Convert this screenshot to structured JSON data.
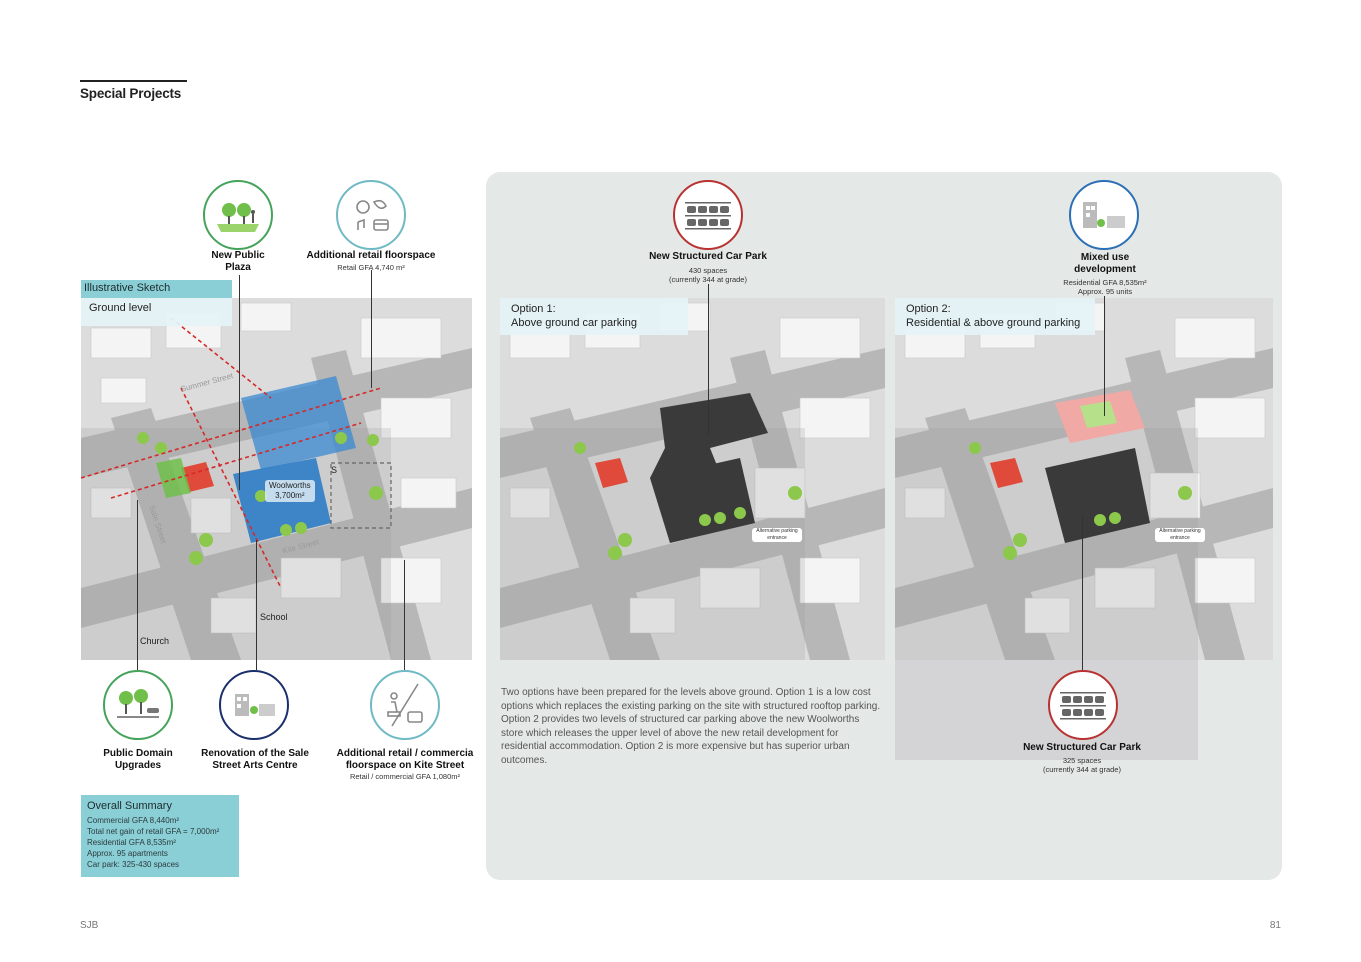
{
  "page": {
    "title": "Special Projects",
    "footer_left": "SJB",
    "page_number": "81"
  },
  "ground_level": {
    "tag": "Illustrative Sketch",
    "label": "Ground level",
    "woolworths_name": "Woolworths",
    "woolworths_area": "3,700m²",
    "street_labels": [
      "Summer Street",
      "Kite Street",
      "Sale Street"
    ],
    "school_label": "School",
    "church_label": "Church",
    "marker_s": "S"
  },
  "callouts_top": [
    {
      "icon": "public-plaza-icon",
      "title_line1": "New Public",
      "title_line2": "Plaza",
      "subtitle": ""
    },
    {
      "icon": "retail-icon",
      "title_line1": "Additional retail floorspace",
      "title_line2": "",
      "subtitle": "Retail GFA 4,740 m²"
    }
  ],
  "callouts_bottom": [
    {
      "icon": "public-domain-icon",
      "title_line1": "Public Domain",
      "title_line2": "Upgrades",
      "subtitle": ""
    },
    {
      "icon": "arts-centre-icon",
      "title_line1": "Renovation of the Sale",
      "title_line2": "Street Arts Centre",
      "subtitle": ""
    },
    {
      "icon": "retail-commercial-icon",
      "title_line1": "Additional retail / commercia",
      "title_line2": "floorspace on Kite Street",
      "subtitle": "Retail / commercial GFA 1,080m²"
    }
  ],
  "option1": {
    "label_line1": "Option 1:",
    "label_line2": "Above ground car parking",
    "carpark_title": "New Structured Car Park",
    "carpark_sub1": "430 spaces",
    "carpark_sub2": "(currently 344 at grade)",
    "alt_parking_line1": "Alternative parking",
    "alt_parking_line2": "entrance"
  },
  "option2": {
    "label_line1": "Option 2:",
    "label_line2": "Residential & above ground parking",
    "mixed_title_line1": "Mixed use",
    "mixed_title_line2": "development",
    "mixed_sub1": "Residential GFA 8,535m²",
    "mixed_sub2": "Approx. 95 units",
    "carpark_title": "New Structured Car Park",
    "carpark_sub1": "325 spaces",
    "carpark_sub2": "(currently 344 at grade)",
    "alt_parking_line1": "Alternative parking",
    "alt_parking_line2": "entrance"
  },
  "description": "Two options have been prepared for the levels above ground. Option 1 is a low cost options which replaces the existing parking on the site with structured rooftop parking. Option 2 provides two levels of structured car parking above the new Woolworths store which releases the upper level of above the new retail development for residential accommodation. Option 2 is more expensive but has superior urban outcomes.",
  "summary": {
    "title": "Overall Summary",
    "lines": [
      "Commercial GFA 8,440m²",
      "Total net gain of retail GFA = 7,000m²",
      "Residential GFA 8,535m²",
      "Approx. 95 apartments",
      "Car park: 325-430 spaces"
    ]
  },
  "colors": {
    "teal_box": "#8acfd6",
    "panel_bg": "#e4e8e6",
    "woolworths_blue": "#3a8ad0",
    "car_park_dark": "#3a3a3a",
    "arts_red": "#e04a3a",
    "residential_pink": "#f0a9a5",
    "plaza_green": "#6fbf4a",
    "route_red": "#d42a2a"
  }
}
